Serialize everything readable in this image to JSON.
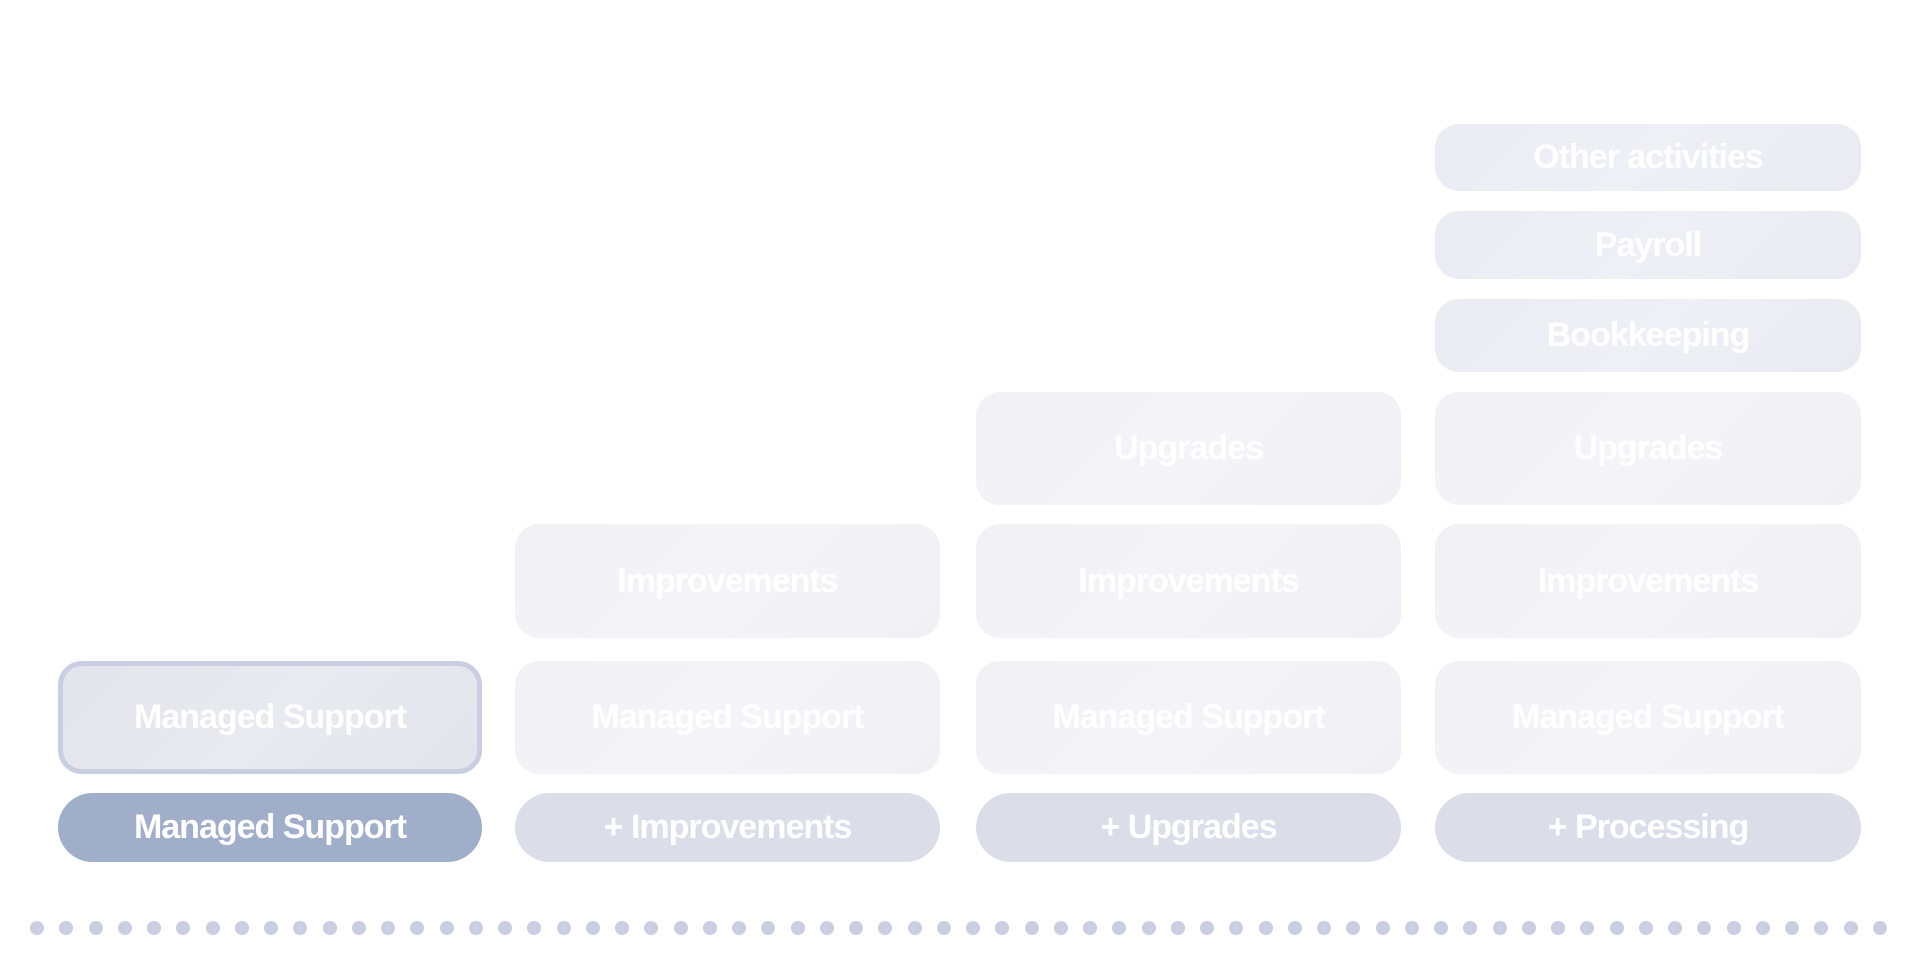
{
  "columns": [
    {
      "pill": "Managed Support",
      "boxes": {
        "managed_support": "Managed Support"
      }
    },
    {
      "pill": "+ Improvements",
      "boxes": {
        "managed_support": "Managed Support",
        "improvements": "Improvements"
      }
    },
    {
      "pill": "+ Upgrades",
      "boxes": {
        "managed_support": "Managed Support",
        "improvements": "Improvements",
        "upgrades": "Upgrades"
      }
    },
    {
      "pill": "+ Processing",
      "boxes": {
        "managed_support": "Managed Support",
        "improvements": "Improvements",
        "upgrades": "Upgrades",
        "bookkeeping": "Bookkeeping",
        "payroll": "Payroll",
        "other": "Other activities"
      }
    }
  ],
  "selected_column": 0,
  "colors": {
    "active_pill": "#a0aec9",
    "pill": "#dbdee9",
    "selected_border": "#c9cee1",
    "dots": "#c9cee1"
  },
  "pagination": {
    "dot_count": 64
  }
}
